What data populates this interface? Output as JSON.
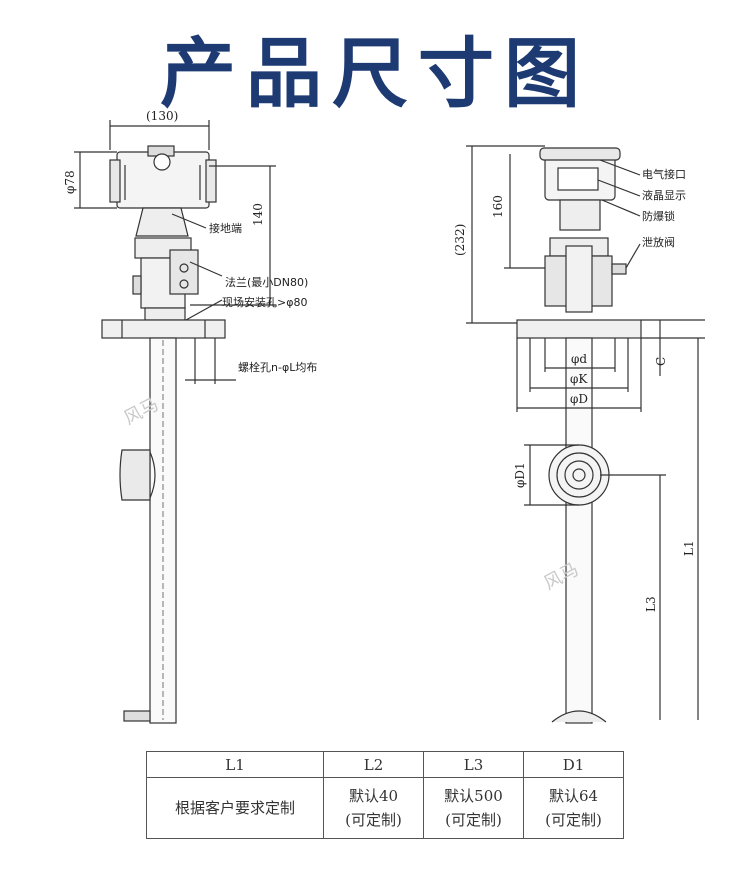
{
  "title": "产品尺寸图",
  "left_view": {
    "dim_width": "(130)",
    "dim_diameter": "φ78",
    "dim_height": "140",
    "label_ground": "接地端",
    "label_flange": "法兰(最小DN80)",
    "label_hole": "现场安装孔>φ80",
    "label_bolt": "螺栓孔n-φL均布"
  },
  "right_view": {
    "label_connector": "电气接口",
    "label_lcd": "液晶显示",
    "label_lock": "防爆锁",
    "label_vent": "泄放阀",
    "dim_232": "(232)",
    "dim_160": "160",
    "dim_d": "φd",
    "dim_k": "φK",
    "dim_D": "φD",
    "dim_c": "C",
    "dim_d1": "φD1",
    "dim_l1": "L1",
    "dim_l3": "L3"
  },
  "watermark": "风马",
  "spec_table": {
    "headers": [
      "L1",
      "L2",
      "L3",
      "D1"
    ],
    "row_label": "根据客户要求定制",
    "l2_value": "默认40",
    "l3_value": "默认500",
    "d1_value": "默认64",
    "custom_note": "(可定制)"
  }
}
